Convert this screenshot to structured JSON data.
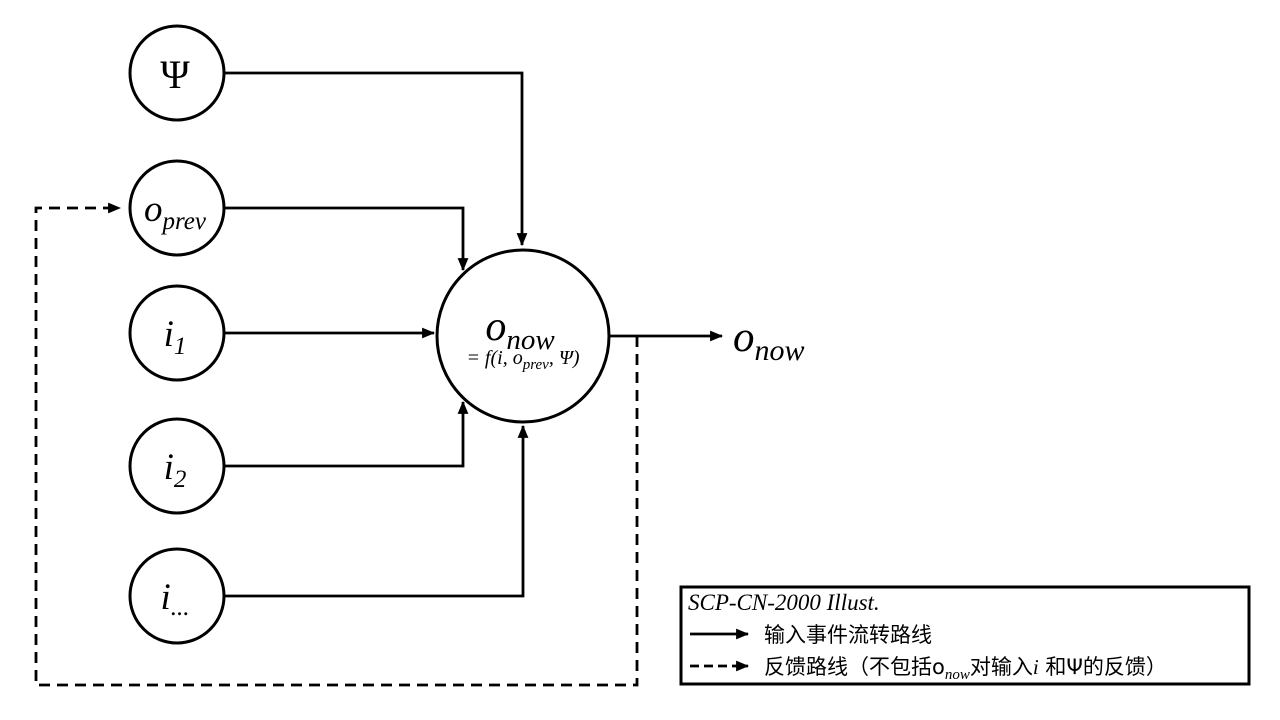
{
  "colors": {
    "ink": "#000000",
    "background": "#ffffff"
  },
  "nodes": {
    "psi": {
      "label": "Ψ"
    },
    "oprev": {
      "base": "o",
      "sub": "prev"
    },
    "i1": {
      "base": "i",
      "sub": "1"
    },
    "i2": {
      "base": "i",
      "sub": "2"
    },
    "idots": {
      "base": "i",
      "sub": "..."
    }
  },
  "center_node": {
    "base": "o",
    "sub": "now",
    "formula": {
      "pre": "= f(i, o",
      "sub": "prev",
      "post": ", Ψ)"
    }
  },
  "output_label": {
    "base": "o",
    "sub": "now"
  },
  "legend": {
    "title": "SCP-CN-2000 Illust.",
    "solid_label": "输入事件流转路线",
    "dashed_label": {
      "pre": "反馈路线（不包括o",
      "sub": "now",
      "mid": "对输入",
      "i": "i",
      "post": " 和Ψ的反馈）"
    }
  }
}
